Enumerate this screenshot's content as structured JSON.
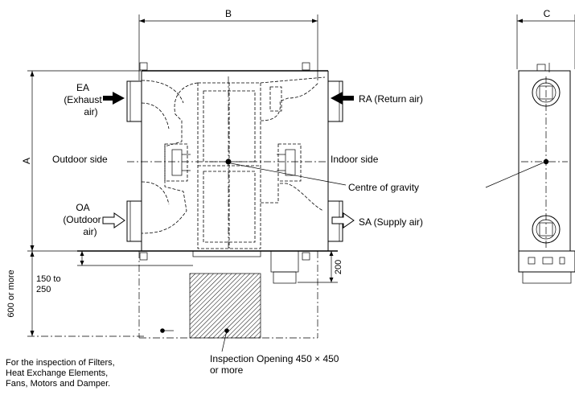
{
  "dimensions": {
    "a": "A",
    "b": "B",
    "c": "C",
    "d200": "200",
    "d600": "600 or more",
    "d150": [
      "150 to",
      "250"
    ]
  },
  "ducts": {
    "ea": [
      "EA",
      "(Exhaust",
      "air)"
    ],
    "oa": [
      "OA",
      "(Outdoor",
      "air)"
    ],
    "ra": "RA (Return air)",
    "sa": "SA (Supply air)"
  },
  "sides": {
    "outdoor": "Outdoor side",
    "indoor": "Indoor side"
  },
  "centre": "Centre of gravity",
  "notes": {
    "inspection_zone": [
      "For the inspection of Filters,",
      "Heat Exchange Elements,",
      "Fans, Motors and Damper."
    ],
    "opening": [
      "Inspection Opening 450 × 450",
      "or more"
    ]
  }
}
